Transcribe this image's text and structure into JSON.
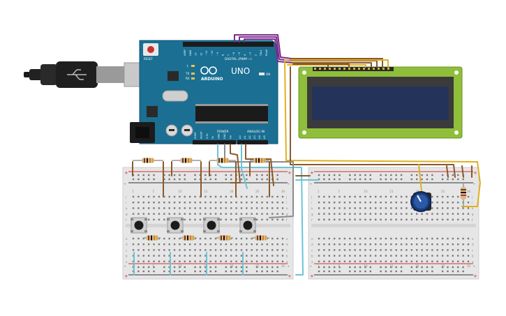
{
  "arduino": {
    "reset_label": "RESET",
    "header_digital_labels": [
      "AREF",
      "GND",
      "13",
      "12",
      "~11",
      "~10",
      "~9",
      "8",
      "7",
      "~6",
      "~5",
      "4",
      "~3",
      "2",
      "TX▸1",
      "RX◂0"
    ],
    "digital_label": "DIGITAL (PWM ~)",
    "brand": "ARDUINO",
    "model": "UNO",
    "led_labels": [
      "L",
      "TX",
      "RX"
    ],
    "on_label": "ON",
    "power_label": "POWER",
    "analog_label": "ANALOG IN",
    "power_pins": [
      "IOREF",
      "RESET",
      "3.3V",
      "5V",
      "GND",
      "GND",
      "Vin"
    ],
    "analog_pins": [
      "A0",
      "A1",
      "A2",
      "A3",
      "A4",
      "A5"
    ]
  },
  "breadboard_left": {
    "row_letters_top": [
      "j",
      "i",
      "h",
      "g",
      "f"
    ],
    "row_letters_bottom": [
      "e",
      "d",
      "c",
      "b",
      "a"
    ],
    "column_numbers": [
      "1",
      "5",
      "10",
      "15",
      "20",
      "25",
      "30"
    ]
  },
  "breadboard_right": {
    "row_letters_top": [
      "j",
      "i",
      "h",
      "g",
      "f"
    ],
    "row_letters_bottom": [
      "e",
      "d",
      "c",
      "b",
      "a"
    ],
    "column_numbers": [
      "1",
      "5",
      "10",
      "15",
      "20",
      "25",
      "30"
    ]
  },
  "rail_signs": {
    "plus": "+",
    "minus": "-"
  },
  "colors": {
    "board": "#1a6f93",
    "breadboard": "#e6e6e6",
    "lcd_pcb": "#8fbe3a",
    "lcd_screen": "#24335a",
    "wire_purple": "#7b2a8c",
    "wire_brown": "#8a5a2b",
    "wire_yellow": "#e0b020",
    "wire_grey": "#8c8c8c",
    "wire_cyan": "#6cc3d8",
    "rail_red": "#d03030",
    "rail_black": "#333333"
  }
}
